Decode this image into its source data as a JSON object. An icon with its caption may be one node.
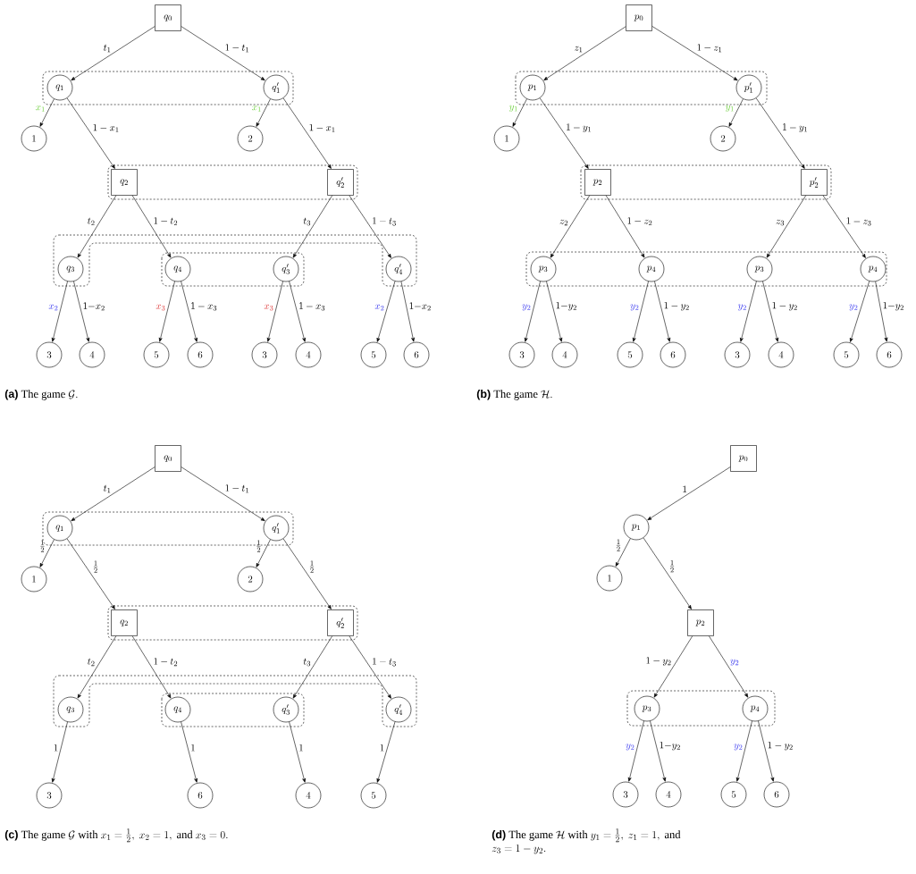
{
  "diagram": {
    "nodes": [
      {
        "text": [
          "q_0"
        ]
      },
      {
        "text": [
          "q_1"
        ]
      },
      {
        "text": [
          "q'_1"
        ]
      },
      {
        "text": [
          "1"
        ]
      },
      {
        "text": [
          "2"
        ]
      },
      {
        "text": [
          "q_2"
        ]
      },
      {
        "text": [
          "q'_2"
        ]
      },
      {
        "text": [
          "q_3"
        ]
      },
      {
        "text": [
          "q_4"
        ]
      },
      {
        "text": [
          "q'_3"
        ]
      },
      {
        "text": [
          "q'_4"
        ]
      },
      {
        "text": [
          "3"
        ]
      },
      {
        "text": [
          "4"
        ]
      },
      {
        "text": [
          "5"
        ]
      },
      {
        "text": [
          "6"
        ]
      },
      {
        "text": [
          "3"
        ]
      },
      {
        "text": [
          "4"
        ]
      },
      {
        "text": [
          "5"
        ]
      },
      {
        "text": [
          "6"
        ]
      },
      {
        "text": [
          "p_0"
        ]
      },
      {
        "text": [
          "p_1"
        ]
      },
      {
        "text": [
          "p'_1"
        ]
      },
      {
        "text": [
          "1"
        ]
      },
      {
        "text": [
          "2"
        ]
      },
      {
        "text": [
          "p_2"
        ]
      },
      {
        "text": [
          "p'_2"
        ]
      },
      {
        "text": [
          "p_3"
        ]
      },
      {
        "text": [
          "p_4"
        ]
      },
      {
        "text": [
          "p_3"
        ]
      },
      {
        "text": [
          "p_4"
        ]
      },
      {
        "text": [
          "3"
        ]
      },
      {
        "text": [
          "4"
        ]
      },
      {
        "text": [
          "5"
        ]
      },
      {
        "text": [
          "6"
        ]
      },
      {
        "text": [
          "3"
        ]
      },
      {
        "text": [
          "4"
        ]
      },
      {
        "text": [
          "5"
        ]
      },
      {
        "text": [
          "6"
        ]
      },
      {
        "text": [
          "q_0"
        ]
      },
      {
        "text": [
          "q_1"
        ]
      },
      {
        "text": [
          "q'_1"
        ]
      },
      {
        "text": [
          "1"
        ]
      },
      {
        "text": [
          "2"
        ]
      },
      {
        "text": [
          "q_2"
        ]
      },
      {
        "text": [
          "q'_2"
        ]
      },
      {
        "text": [
          "q_3"
        ]
      },
      {
        "text": [
          "q_4"
        ]
      },
      {
        "text": [
          "q'_3"
        ]
      },
      {
        "text": [
          "q'_4"
        ]
      },
      {
        "text": [
          "3"
        ]
      },
      {
        "text": [
          "6"
        ]
      },
      {
        "text": [
          "4"
        ]
      },
      {
        "text": [
          "5"
        ]
      },
      {
        "text": [
          "p_0"
        ]
      },
      {
        "text": [
          "p_1"
        ]
      },
      {
        "text": [
          "1"
        ]
      },
      {
        "text": [
          "p_2"
        ]
      },
      {
        "text": [
          "p_3"
        ]
      },
      {
        "text": [
          "p_4"
        ]
      },
      {
        "text": [
          "3"
        ]
      },
      {
        "text": [
          "4"
        ]
      },
      {
        "text": [
          "5"
        ]
      },
      {
        "text": [
          "6"
        ]
      }
    ],
    "edges": [
      {
        "from": 0,
        "to": 1,
        "arrow": "to",
        "label": "t_1"
      },
      {
        "from": 0,
        "to": 2,
        "arrow": "to",
        "label": "1-t_1"
      },
      {
        "from": 1,
        "to": 3,
        "arrow": "to",
        "label": "x_1"
      },
      {
        "from": 1,
        "to": 5,
        "arrow": "to",
        "label": "1-x_1"
      },
      {
        "from": 2,
        "to": 4,
        "arrow": "to",
        "label": "x_1"
      },
      {
        "from": 2,
        "to": 6,
        "arrow": "to",
        "label": "1-x_1"
      },
      {
        "from": 5,
        "to": 7,
        "arrow": "to",
        "label": "t_2"
      },
      {
        "from": 5,
        "to": 8,
        "arrow": "to",
        "label": "1-t_2"
      },
      {
        "from": 6,
        "to": 9,
        "arrow": "to",
        "label": "t_3"
      },
      {
        "from": 6,
        "to": 10,
        "arrow": "to",
        "label": "1-t_3"
      },
      {
        "from": 7,
        "to": 11,
        "arrow": "to",
        "label": "x_2"
      },
      {
        "from": 7,
        "to": 12,
        "arrow": "to",
        "label": "1{-}x_2"
      },
      {
        "from": 8,
        "to": 13,
        "arrow": "to",
        "label": "x_3"
      },
      {
        "from": 8,
        "to": 14,
        "arrow": "to",
        "label": "1-x_3"
      },
      {
        "from": 9,
        "to": 15,
        "arrow": "to",
        "label": "x_3"
      },
      {
        "from": 9,
        "to": 16,
        "arrow": "to",
        "label": "1-x_3"
      },
      {
        "from": 10,
        "to": 17,
        "arrow": "to",
        "label": "x_2"
      },
      {
        "from": 10,
        "to": 18,
        "arrow": "to",
        "label": "1{-}x_2"
      },
      {
        "from": 19,
        "to": 20,
        "arrow": "to",
        "label": "z_1"
      },
      {
        "from": 19,
        "to": 21,
        "arrow": "to",
        "label": "1-z_1"
      },
      {
        "from": 20,
        "to": 22,
        "arrow": "to",
        "label": "y_1"
      },
      {
        "from": 20,
        "to": 24,
        "arrow": "to",
        "label": "1-y_1"
      },
      {
        "from": 21,
        "to": 23,
        "arrow": "to",
        "label": "y_1"
      },
      {
        "from": 21,
        "to": 25,
        "arrow": "to",
        "label": "1-y_1"
      },
      {
        "from": 24,
        "to": 26,
        "arrow": "to",
        "label": "z_2"
      },
      {
        "from": 24,
        "to": 27,
        "arrow": "to",
        "label": "1-z_2"
      },
      {
        "from": 25,
        "to": 28,
        "arrow": "to",
        "label": "z_3"
      },
      {
        "from": 25,
        "to": 29,
        "arrow": "to",
        "label": "1-z_3"
      },
      {
        "from": 26,
        "to": 30,
        "arrow": "to",
        "label": "y_2"
      },
      {
        "from": 26,
        "to": 31,
        "arrow": "to",
        "label": "1{-}y_2"
      },
      {
        "from": 27,
        "to": 32,
        "arrow": "to",
        "label": "y_2"
      },
      {
        "from": 27,
        "to": 33,
        "arrow": "to",
        "label": "1-y_2"
      },
      {
        "from": 28,
        "to": 34,
        "arrow": "to",
        "label": "y_2"
      },
      {
        "from": 28,
        "to": 35,
        "arrow": "to",
        "label": "1-y_2"
      },
      {
        "from": 29,
        "to": 36,
        "arrow": "to",
        "label": "y_2"
      },
      {
        "from": 29,
        "to": 37,
        "arrow": "to",
        "label": "1{-}y_2"
      },
      {
        "from": 38,
        "to": 39,
        "arrow": "to",
        "label": "t_1"
      },
      {
        "from": 38,
        "to": 40,
        "arrow": "to",
        "label": "1-t_1"
      },
      {
        "from": 39,
        "to": 41,
        "arrow": "to",
        "label": "\\frac{1}{2}"
      },
      {
        "from": 39,
        "to": 43,
        "arrow": "to",
        "label": "\\frac{1}{2}"
      },
      {
        "from": 40,
        "to": 42,
        "arrow": "to",
        "label": "\\frac{1}{2}"
      },
      {
        "from": 40,
        "to": 44,
        "arrow": "to",
        "label": "\\frac{1}{2}"
      },
      {
        "from": 43,
        "to": 45,
        "arrow": "to",
        "label": "t_2"
      },
      {
        "from": 43,
        "to": 46,
        "arrow": "to",
        "label": "1-t_2"
      },
      {
        "from": 44,
        "to": 47,
        "arrow": "to",
        "label": "t_3"
      },
      {
        "from": 44,
        "to": 48,
        "arrow": "to",
        "label": "1-t_3"
      },
      {
        "from": 45,
        "to": 49,
        "arrow": "to",
        "label": "1"
      },
      {
        "from": 46,
        "to": 50,
        "arrow": "to",
        "label": "1"
      },
      {
        "from": 47,
        "to": 51,
        "arrow": "to",
        "label": "1"
      },
      {
        "from": 48,
        "to": 52,
        "arrow": "to",
        "label": "1"
      },
      {
        "from": 53,
        "to": 54,
        "arrow": "to",
        "label": "1"
      },
      {
        "from": 54,
        "to": 55,
        "arrow": "to",
        "label": "\\frac{1}{2}"
      },
      {
        "from": 54,
        "to": 56,
        "arrow": "to",
        "label": "\\frac{1}{2}"
      },
      {
        "from": 56,
        "to": 57,
        "arrow": "to",
        "label": "1-y_2"
      },
      {
        "from": 56,
        "to": 58,
        "arrow": "to",
        "label": "y_2"
      },
      {
        "from": 57,
        "to": 59,
        "arrow": "to",
        "label": "y_2"
      },
      {
        "from": 57,
        "to": 60,
        "arrow": "to",
        "label": "1{-}y_2"
      },
      {
        "from": 58,
        "to": 61,
        "arrow": "to",
        "label": "y_2"
      },
      {
        "from": 58,
        "to": 62,
        "arrow": "to",
        "label": "1-y_2"
      }
    ],
    "labels": [
      "\\textsf{\\textbf{(a)}}\\ \\text{The game}\\ \\mathcal{G}.",
      "\\textsf{\\textbf{(b)}}\\ \\text{The game}\\ \\mathcal{H}.",
      "\\textsf{\\textbf{(c)}}\\ \\text{The game}\\ \\mathcal{G}\\ \\text{with}\\ x_1=\\frac{1}{2},\\ x_2=1,\\ \\text{and}\\ x_3=0.",
      "\\begin{array}[t]{@{}l}\\textsf{\\textbf{(d)}}\\ \\text{The game}\\ \\mathcal{H}\\ \\text{with}\\ y_1=\\frac{1}{2},\\ z_1=1,\\ \\text{and}\\\\ z_3=1-y_2.\\end{array}"
    ]
  }
}
